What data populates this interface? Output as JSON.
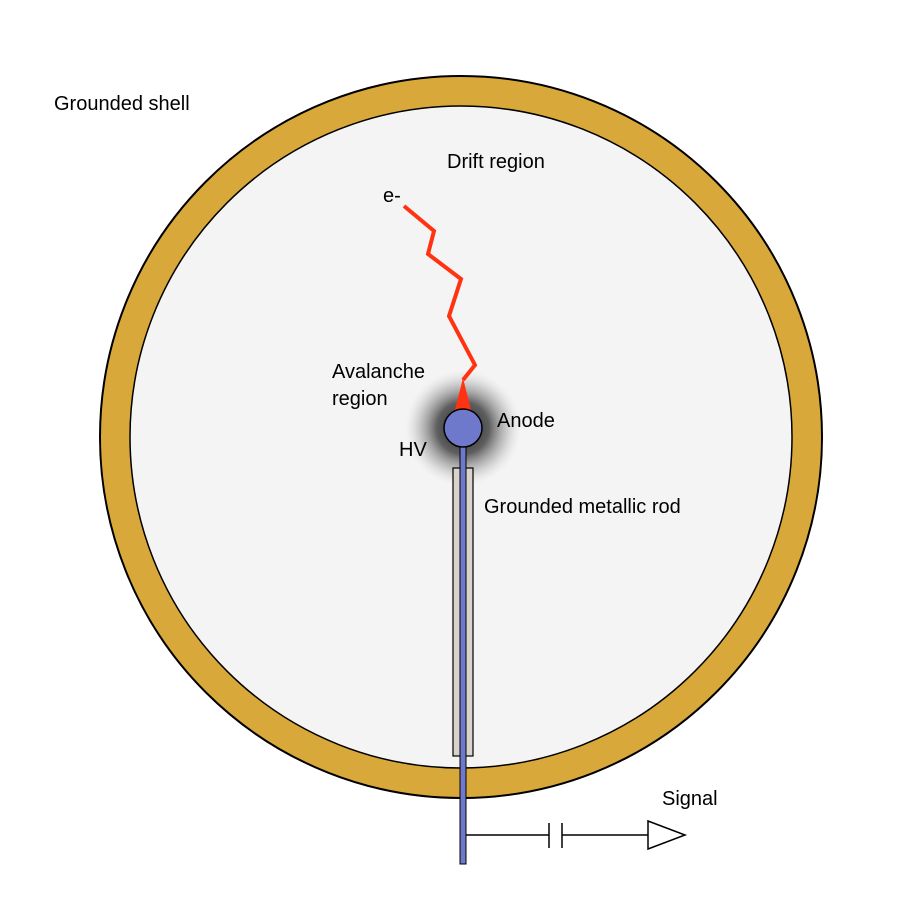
{
  "labels": {
    "grounded_shell": "Grounded shell",
    "drift_region": "Drift region",
    "electron": "e-",
    "avalanche_line1": "Avalanche",
    "avalanche_line2": "region",
    "anode": "Anode",
    "hv": "HV",
    "rod": "Grounded metallic rod",
    "signal": "Signal"
  },
  "colors": {
    "shell": "#D8A83A",
    "drift_fill": "#F4F4F4",
    "electron_path": "#FF3311",
    "anode": "#6F79CC",
    "rod": "#D9D3CC",
    "wire": "#6F79CC",
    "outline": "#000000"
  }
}
